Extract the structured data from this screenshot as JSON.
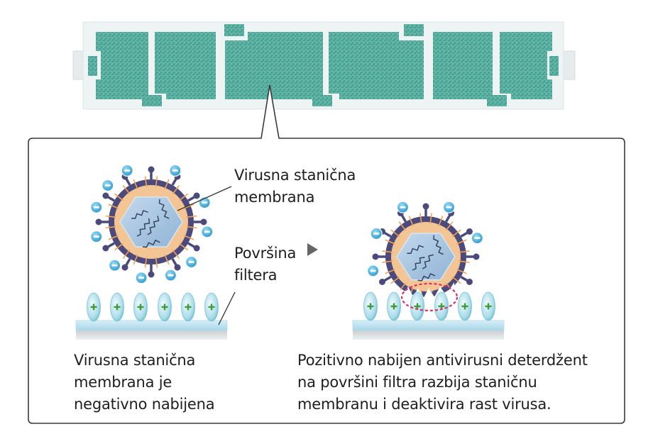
{
  "labels": {
    "membrane": [
      "Virusna stanična",
      "membrana"
    ],
    "surface": [
      "Površina",
      "filtera"
    ]
  },
  "captions": {
    "left": [
      "Virusna stanična",
      "membrana je",
      "negativno nabijena"
    ],
    "right": [
      "Pozitivno nabijen antivirusni deterdžent",
      "na površini filtra razbija staničnu",
      "membranu i deaktivira rast virusa."
    ]
  },
  "colors": {
    "filter_frame": "#eef3f4",
    "filter_media": "#4fa99a",
    "virus_shell": "#4b4a7a",
    "virus_envelope": "#f3c595",
    "virus_core": "#a9c6e0",
    "charge_negative": "#3aa7d6",
    "charge_positive_symbol": "#3f9a3a",
    "filter_bar": "#bfe3f0",
    "disruption_ring": "#d2336b",
    "arrow": "#666666"
  },
  "icons": {
    "negative_charge": "minus-icon",
    "positive_charge": "plus-icon",
    "process_arrow": "play-triangle-icon"
  }
}
